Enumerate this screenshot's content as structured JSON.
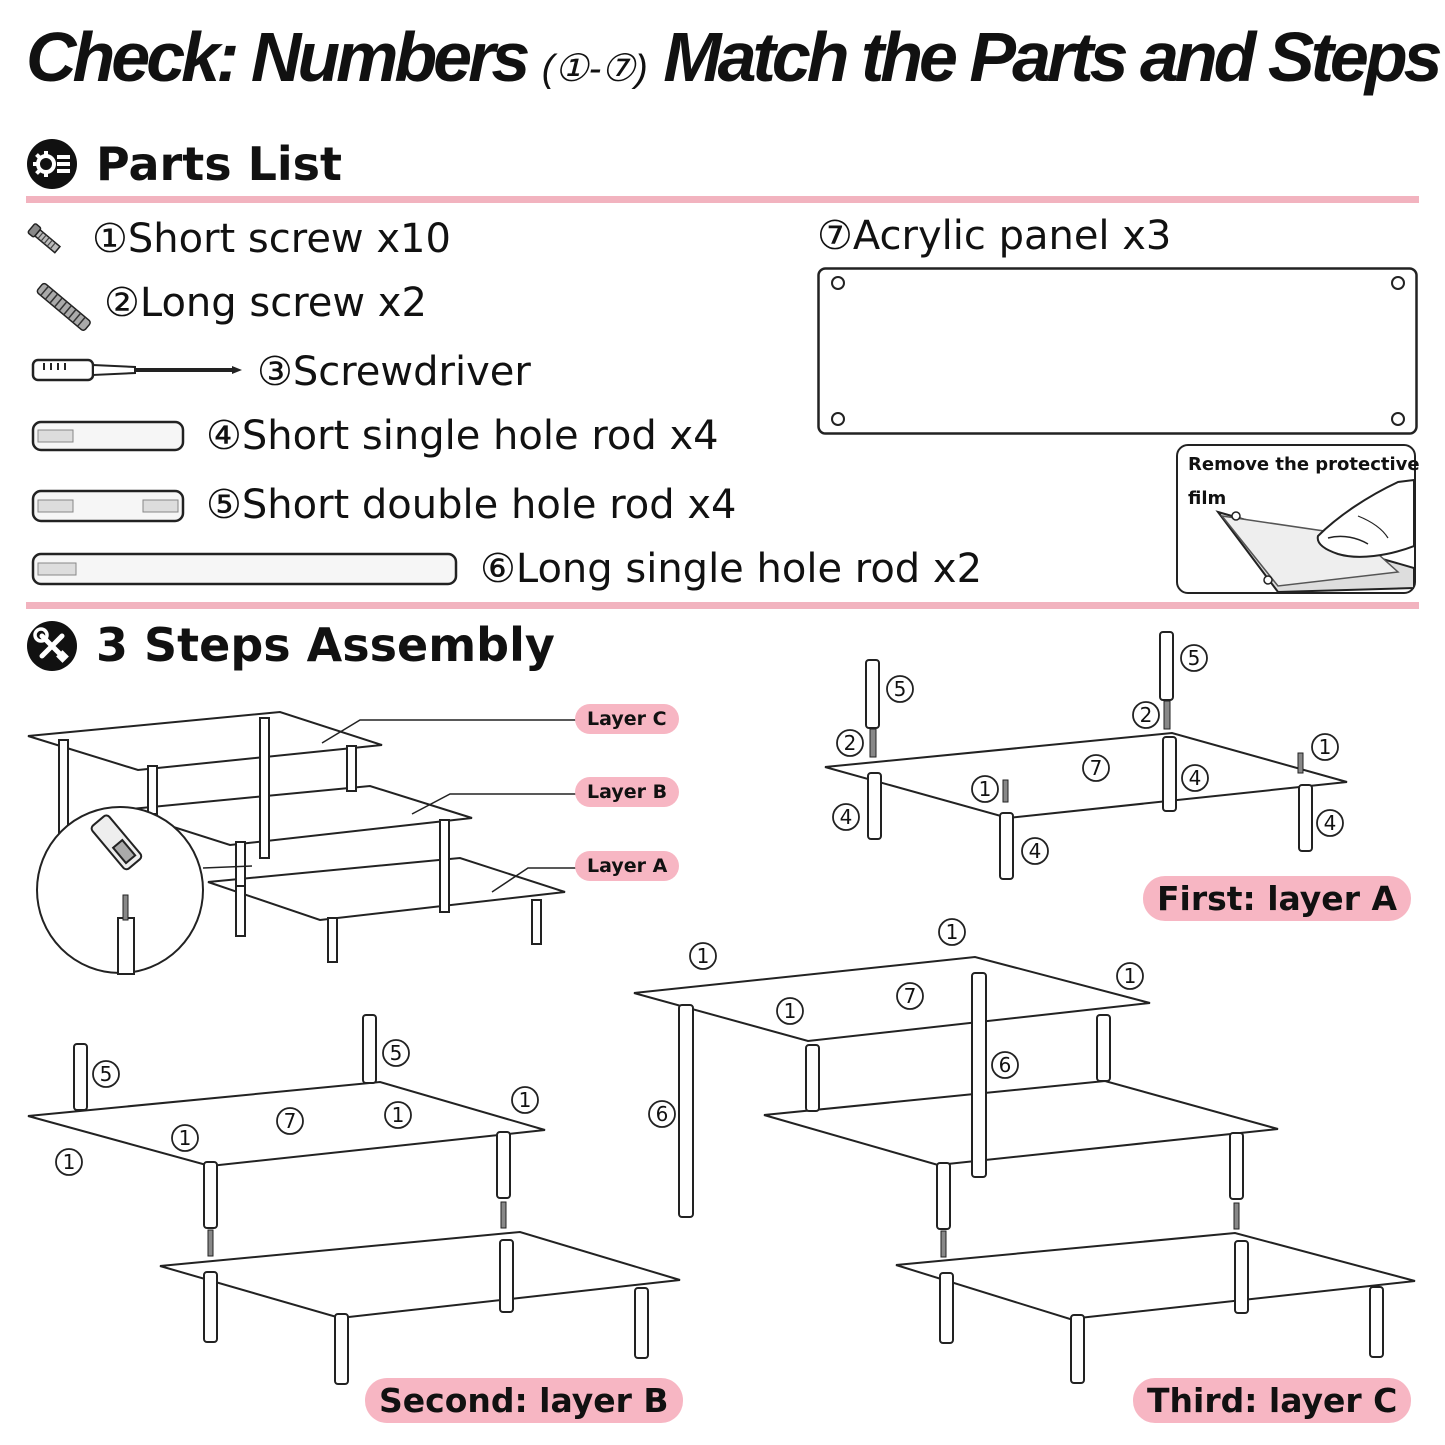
{
  "title": {
    "part1": "Check: Numbers",
    "range": "(①-⑦)",
    "part2": "Match the Parts and Steps"
  },
  "parts_section": {
    "heading": "Parts List",
    "icon": "gear-list-icon",
    "items": [
      {
        "num": "①",
        "label": "Short screw x10"
      },
      {
        "num": "②",
        "label": "Long screw x2"
      },
      {
        "num": "③",
        "label": "Screwdriver"
      },
      {
        "num": "④",
        "label": "Short single hole rod x4"
      },
      {
        "num": "⑤",
        "label": "Short double hole rod x4"
      },
      {
        "num": "⑥",
        "label": "Long single hole rod x2"
      },
      {
        "num": "⑦",
        "label": "Acrylic panel x3"
      }
    ],
    "film_note": {
      "line1": "Remove the protective",
      "line2": "film"
    }
  },
  "assembly_section": {
    "heading": "3 Steps Assembly",
    "icon": "tools-icon",
    "layers": {
      "c": "Layer C",
      "b": "Layer B",
      "a": "Layer A"
    },
    "steps": {
      "first": "First: layer A",
      "second": "Second: layer B",
      "third": "Third: layer C"
    },
    "callouts": {
      "n1": "1",
      "n2": "2",
      "n4": "4",
      "n5": "5",
      "n6": "6",
      "n7": "7"
    }
  },
  "colors": {
    "accent_pink": "#f7b6c3",
    "divider_pink": "#f2b3bf",
    "ink": "#111111"
  }
}
